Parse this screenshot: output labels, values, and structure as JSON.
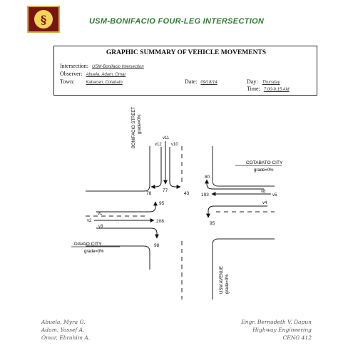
{
  "header": {
    "logo_icon": "university-seal",
    "title": "USM-BONIFACIO FOUR-LEG INTERSECTION",
    "title_color": "#2e7d32"
  },
  "form": {
    "title": "GRAPHIC SUMMARY OF VEHICLE MOVEMENTS",
    "intersection_label": "Intersection:",
    "intersection_value": "USM-Bonifacio Intersection",
    "observer_label": "Observer:",
    "observer_value": "Abuela, Adam, Omar",
    "town_label": "Town:",
    "town_value": "Kabacan, Cotabato",
    "date_label": "Date:",
    "date_value": "09/18/14",
    "day_label": "Day:",
    "day_value": "Thursday",
    "time_label": "Time:",
    "time_value": "7:00-9:15 AM"
  },
  "diagram": {
    "north_street": "BONIFACIO STREET",
    "north_grade": "grade=0%",
    "east_street": "COTABATO CITY",
    "east_grade": "grade=0%",
    "west_street": "DAVAO CITY",
    "west_grade": "grade=0%",
    "south_street": "USM AVENUE",
    "south_grade": "grade=0%",
    "labels": {
      "v11": "v11",
      "v12": "v12",
      "v10": "v10",
      "v8": "v8",
      "v5": "v5",
      "v4": "v4",
      "v1": "v1",
      "v2": "v2",
      "v3": "v3"
    },
    "counts": {
      "n_left": "78",
      "n_through": "77",
      "n_right": "43",
      "e_right": "80",
      "e_through": "193",
      "e_left": "95",
      "w_left": "95",
      "w_through": "208",
      "w_right": "98"
    }
  },
  "footer": {
    "left": [
      "Abuela, Myra G.",
      "Adam, Yossef A.",
      "Omar, Ebrahim A."
    ],
    "right": [
      "Engr. Bernadeth V. Dapun",
      "Highway Engineering",
      "CENG 412"
    ]
  }
}
